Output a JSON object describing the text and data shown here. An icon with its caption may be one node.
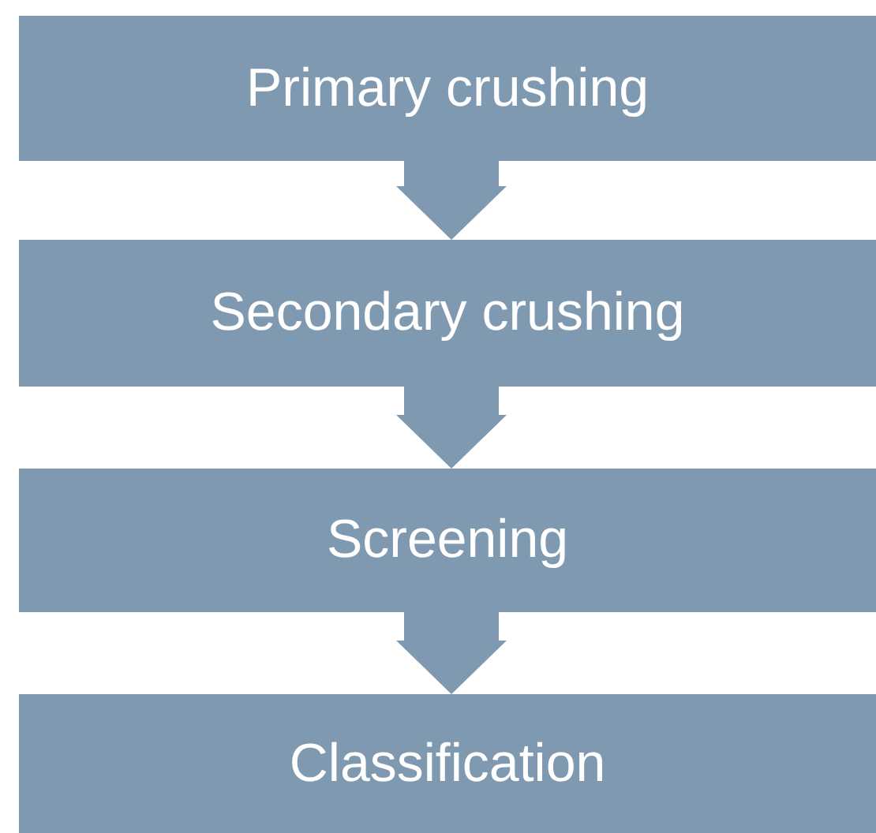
{
  "diagram": {
    "nodes": [
      {
        "text": [
          "Primary crushing"
        ]
      },
      {
        "text": [
          "Secondary crushing"
        ]
      },
      {
        "text": [
          "Screening"
        ]
      },
      {
        "text": [
          "Classification"
        ]
      }
    ],
    "edges": [
      {
        "from": 0,
        "to": 1,
        "arrow": "to"
      },
      {
        "from": 1,
        "to": 2,
        "arrow": "to"
      },
      {
        "from": 2,
        "to": 3,
        "arrow": "to"
      }
    ]
  }
}
